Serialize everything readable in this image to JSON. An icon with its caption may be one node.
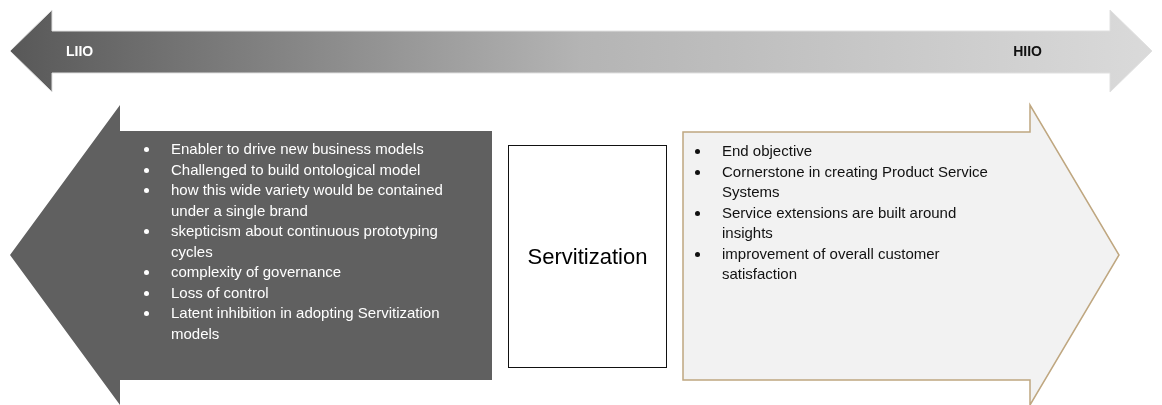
{
  "diagram": {
    "nodes": [
      {
        "text": [
          "LIIO",
          "HIIO"
        ]
      },
      {
        "text": [
          "Enabler to drive new business models",
          "Challenged to build ontological model",
          "how this wide variety would be contained under a single brand",
          "skepticism about continuous prototyping cycles",
          "complexity of governance",
          "Loss of control",
          "Latent inhibition in adopting Servitization models"
        ]
      },
      {
        "text": [
          "Servitization"
        ]
      },
      {
        "text": [
          "End objective",
          "Cornerstone in creating Product Service Systems",
          "Service extensions are built around insights",
          "improvement of overall customer satisfaction"
        ]
      }
    ]
  }
}
